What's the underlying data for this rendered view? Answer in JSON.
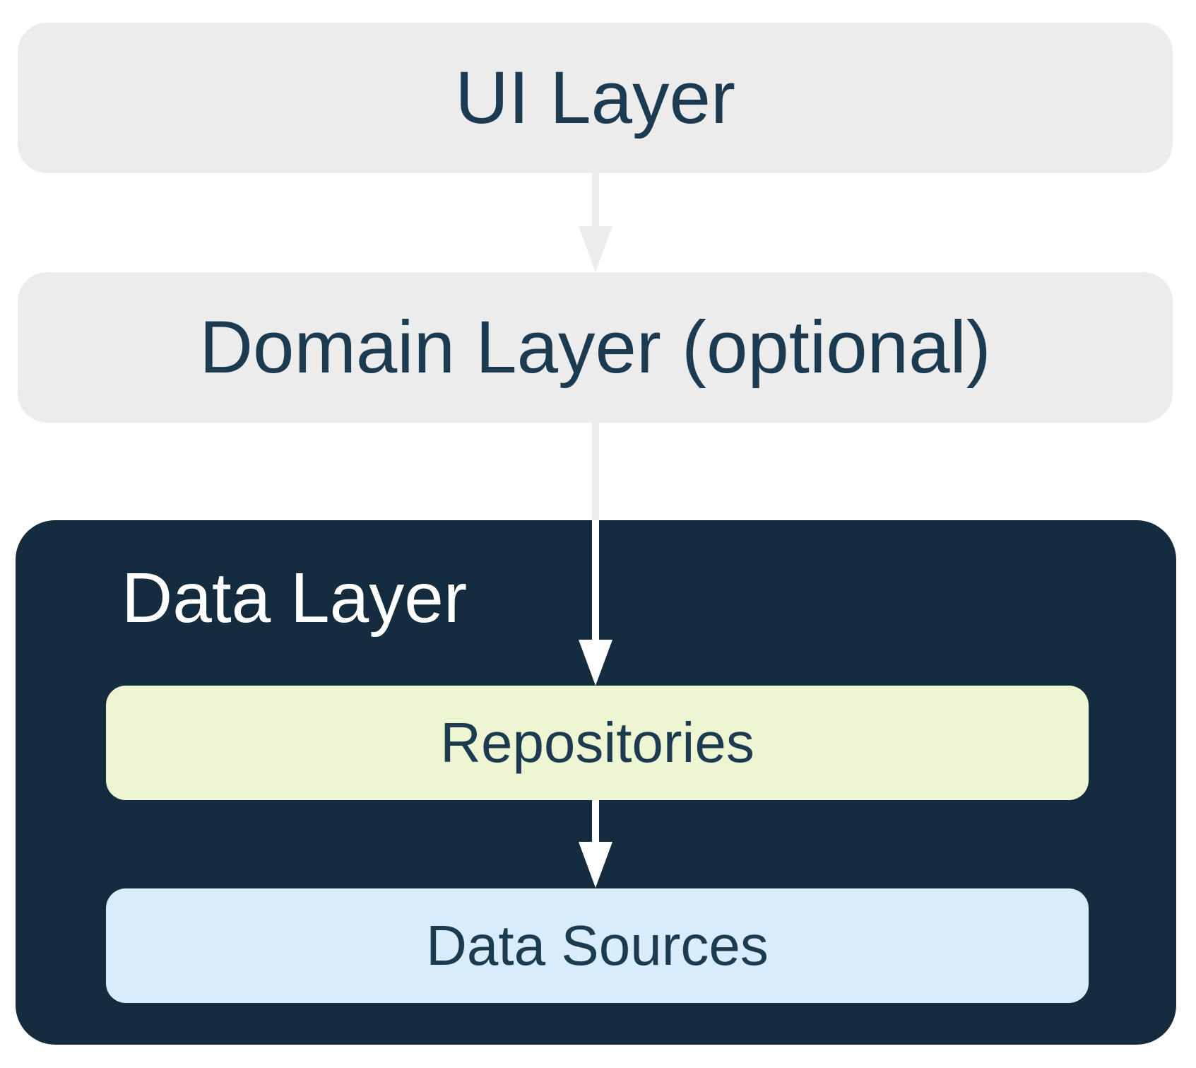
{
  "diagram": {
    "type": "flow",
    "direction": "top-down",
    "nodes": [
      {
        "id": "ui_layer",
        "label": "UI Layer"
      },
      {
        "id": "domain_layer",
        "label": "Domain Layer (optional)"
      },
      {
        "id": "data_layer",
        "label": "Data Layer"
      },
      {
        "id": "repositories",
        "label": "Repositories"
      },
      {
        "id": "data_sources",
        "label": "Data Sources"
      }
    ],
    "containment": [
      {
        "parent": "data_layer",
        "children": [
          "repositories",
          "data_sources"
        ]
      }
    ],
    "edges": [
      {
        "from": "ui_layer",
        "to": "domain_layer",
        "style": "gray-arrow"
      },
      {
        "from": "domain_layer",
        "to": "repositories",
        "style": "gray-then-white-arrow"
      },
      {
        "from": "repositories",
        "to": "data_sources",
        "style": "white-arrow"
      }
    ]
  },
  "colors": {
    "box_gray": "#ececec",
    "dark_navy": "#152c3e",
    "pale_green": "#eef5d2",
    "pale_blue": "#d8ecfb",
    "heading_text": "#1c3a50",
    "arrow_gray": "#ececec",
    "arrow_white": "#ffffff"
  }
}
